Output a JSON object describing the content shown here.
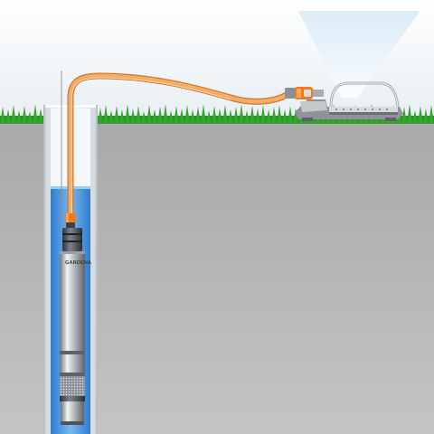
{
  "brand_label": "GARDENA",
  "colors": {
    "sky": "#eef3f7",
    "ground": "#b9b9b9",
    "grass": "#2f9a2a",
    "well_casing": "#e3e8eb",
    "water": "#4a90d9",
    "hose": "#f2a35a",
    "connector": "#f07a1c",
    "pump_steel": "#c9ced2",
    "spray": "#d9ecf8"
  },
  "icons": [
    "submersible-pump",
    "garden-hose",
    "oscillating-sprinkler",
    "water-spray",
    "borehole-well"
  ]
}
